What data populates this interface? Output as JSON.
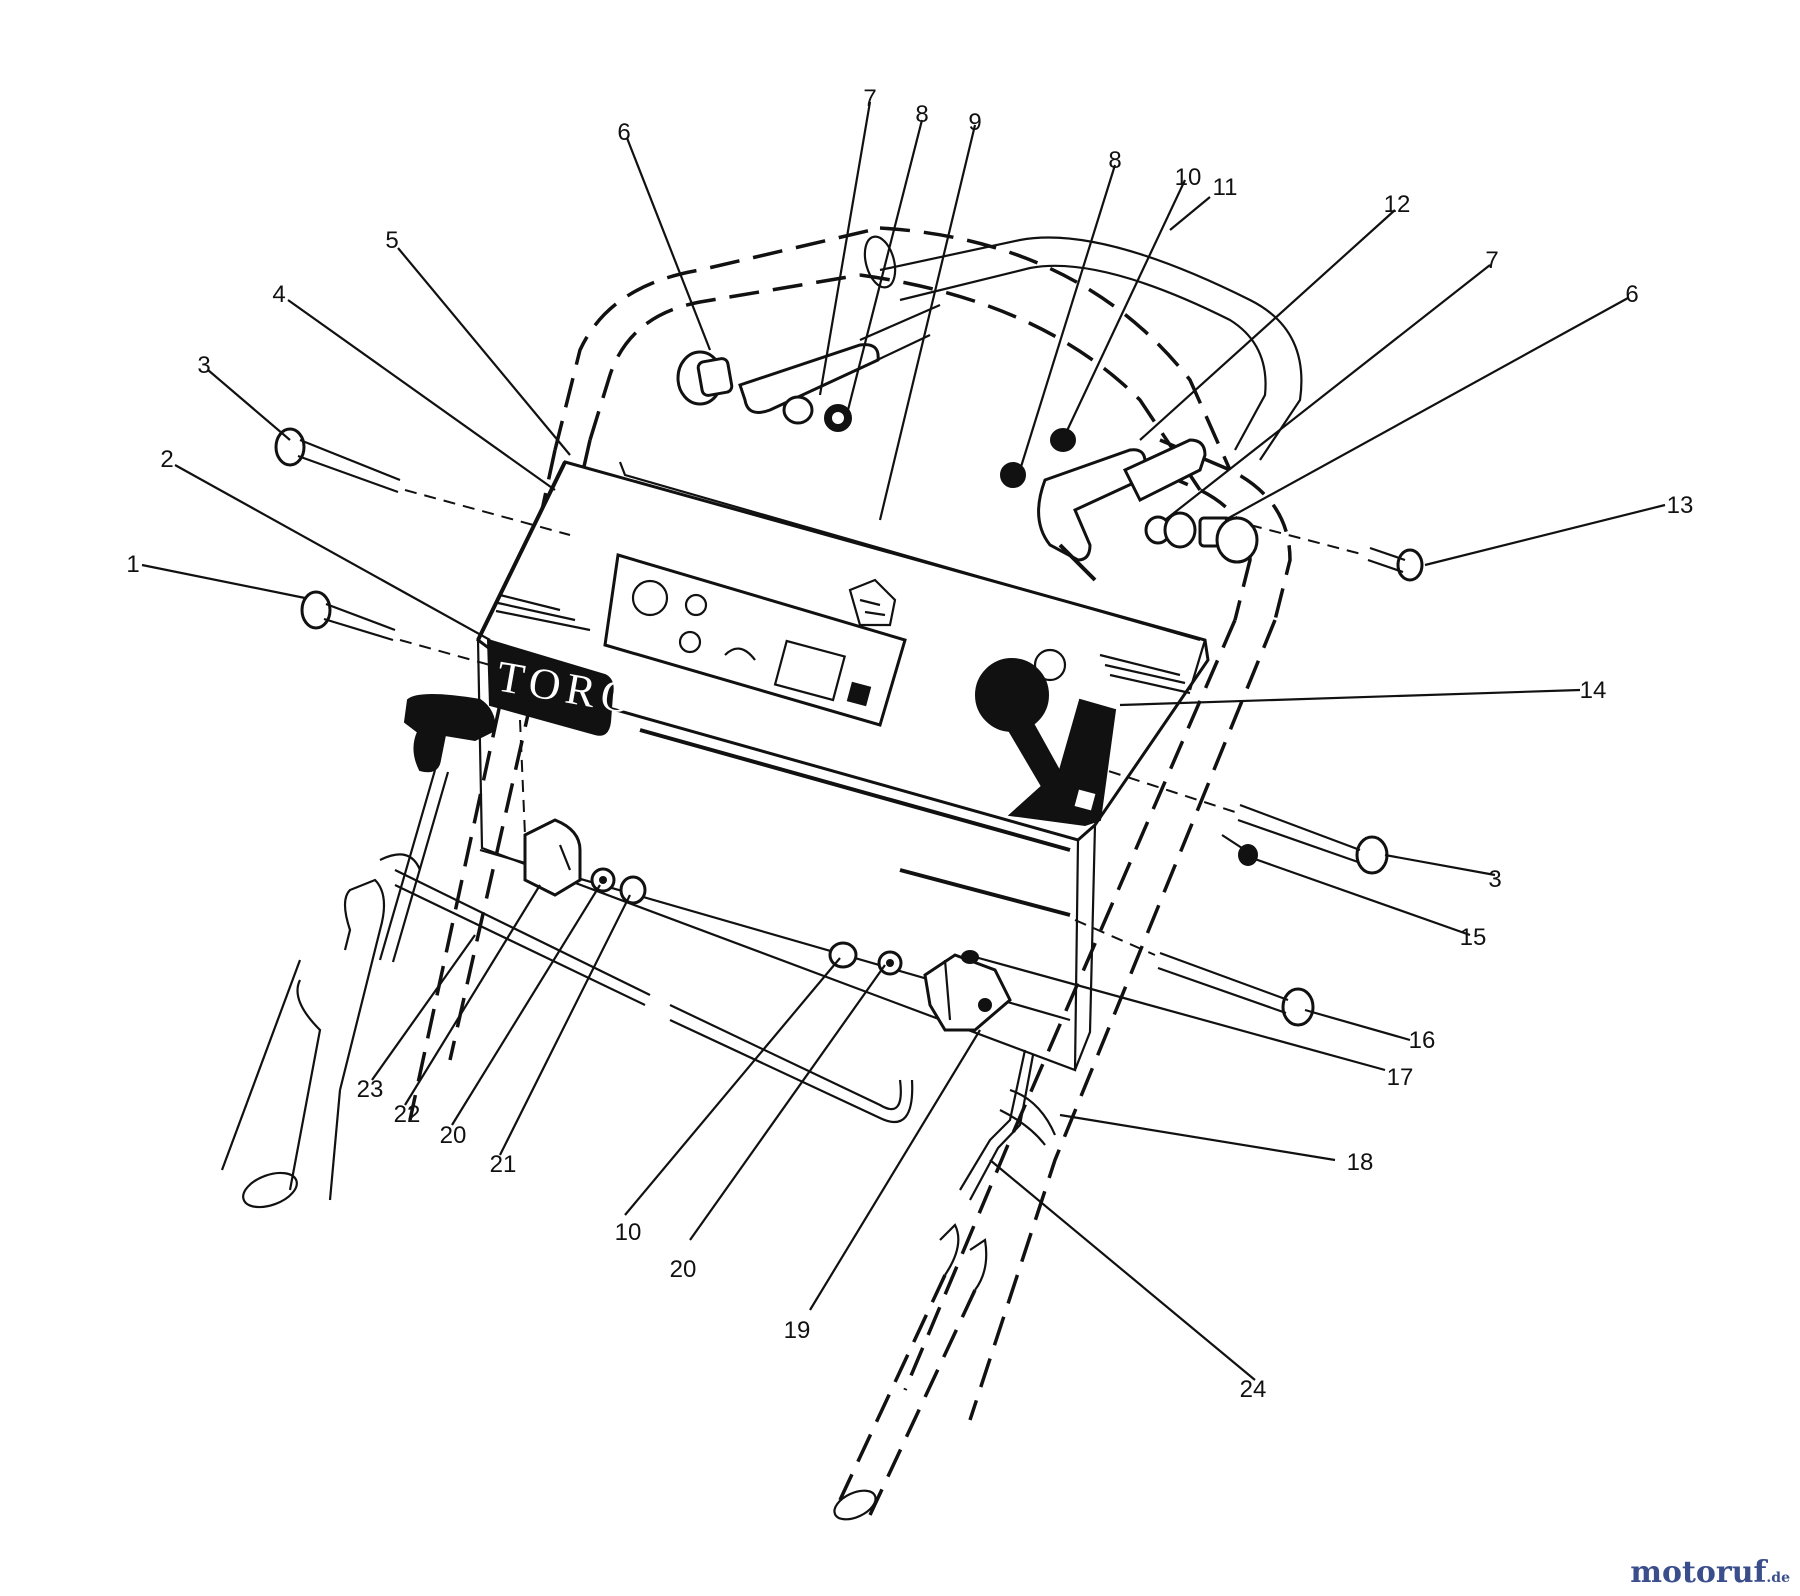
{
  "brand_logo": "TORO",
  "watermark": {
    "name": "motoruf",
    "suffix": ".de"
  },
  "callouts": [
    {
      "id": "c1",
      "label": "1"
    },
    {
      "id": "c2",
      "label": "2"
    },
    {
      "id": "c3a",
      "label": "3"
    },
    {
      "id": "c3b",
      "label": "3"
    },
    {
      "id": "c4",
      "label": "4"
    },
    {
      "id": "c5",
      "label": "5"
    },
    {
      "id": "c6a",
      "label": "6"
    },
    {
      "id": "c6b",
      "label": "6"
    },
    {
      "id": "c7a",
      "label": "7"
    },
    {
      "id": "c7b",
      "label": "7"
    },
    {
      "id": "c8a",
      "label": "8"
    },
    {
      "id": "c8b",
      "label": "8"
    },
    {
      "id": "c9",
      "label": "9"
    },
    {
      "id": "c10a",
      "label": "10"
    },
    {
      "id": "c10b",
      "label": "10"
    },
    {
      "id": "c11",
      "label": "11"
    },
    {
      "id": "c12",
      "label": "12"
    },
    {
      "id": "c13",
      "label": "13"
    },
    {
      "id": "c14",
      "label": "14"
    },
    {
      "id": "c15",
      "label": "15"
    },
    {
      "id": "c16",
      "label": "16"
    },
    {
      "id": "c17",
      "label": "17"
    },
    {
      "id": "c18",
      "label": "18"
    },
    {
      "id": "c19",
      "label": "19"
    },
    {
      "id": "c20a",
      "label": "20"
    },
    {
      "id": "c20b",
      "label": "20"
    },
    {
      "id": "c21",
      "label": "21"
    },
    {
      "id": "c22",
      "label": "22"
    },
    {
      "id": "c23",
      "label": "23"
    },
    {
      "id": "c24",
      "label": "24"
    }
  ]
}
